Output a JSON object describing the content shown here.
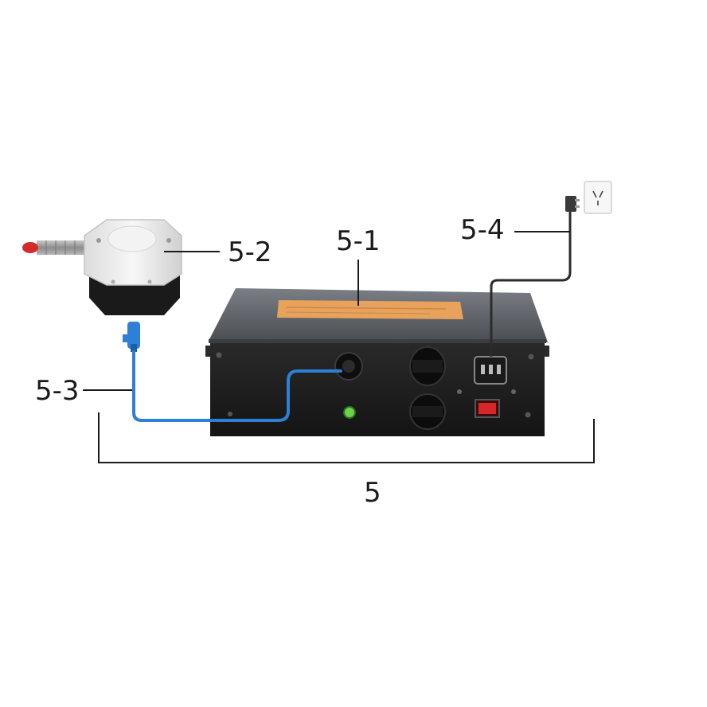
{
  "labels": {
    "controller": "5-1",
    "sensor": "5-2",
    "cable": "5-3",
    "power_cord": "5-4",
    "assembly": "5"
  },
  "colors": {
    "cable": "#2e7fd6",
    "box_body": "#1c1c1c",
    "box_top": "#5a5e63",
    "sticker": "#e8a25c",
    "led": "#6bd24a",
    "rocker_switch": "#d8262a",
    "sensor_tip": "#d42a2a",
    "sensor_housing": "#ececec",
    "sensor_base": "#1a1a1a"
  },
  "icons": {
    "wall_outlet": "wall-outlet-icon",
    "power_plug": "power-plug-icon"
  }
}
